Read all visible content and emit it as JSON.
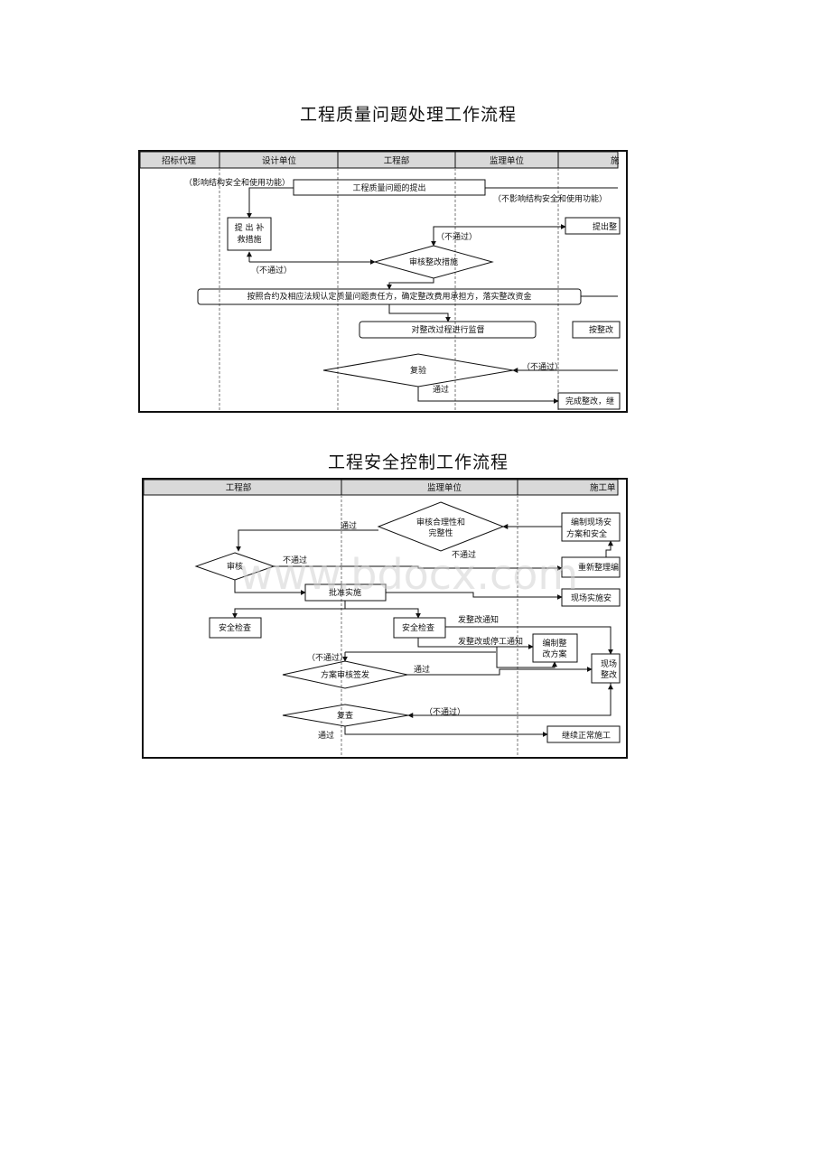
{
  "flow1": {
    "title": "工程质量问题处理工作流程",
    "lanes": [
      "招标代理",
      "设计单位",
      "工程部",
      "监理单位",
      "施"
    ],
    "nodes": {
      "raise": "工程质量问题的提出",
      "remedy_l1": "提 出 补",
      "remedy_l2": "救措施",
      "review": "审核整改措施",
      "propose": "提出整",
      "liability": "按照合约及相应法规认定质量问题责任方，确定整改费用承担方，落实整改资金",
      "supervise": "对整改过程进行监督",
      "execute": "按整改",
      "recheck": "复验",
      "complete": "完成整改，继"
    },
    "labels": {
      "affects": "（影响结构安全和使用功能）",
      "not_affects": "（不影响结构安全和使用功能）",
      "fail_a": "（不通过）",
      "fail_b": "（不通过）",
      "fail_c": "（不通过）",
      "pass": "通过"
    }
  },
  "flow2": {
    "title": "工程安全控制工作流程",
    "lanes": [
      "工程部",
      "监理单位",
      "施工单"
    ],
    "nodes": {
      "verify_l1": "审核合理性和",
      "verify_l2": "完整性",
      "audit": "审核",
      "approve": "批准实施",
      "compile_l1": "编制现场安",
      "compile_l2": "方案和安全",
      "reorganize": "重新整理编",
      "implement": "现场实施安",
      "safety_a": "安全检查",
      "safety_b": "安全检查",
      "draft_l1": "编制整",
      "draft_l2": "改方案",
      "site_l1": "现场",
      "site_l2": "整改",
      "sign": "方案审核签发",
      "recheck": "复查",
      "continue": "继续正常施工"
    },
    "labels": {
      "pass_a": "通过",
      "fail_a": "不通过",
      "fail_b": "不通过",
      "notice": "发整改通知",
      "notice_stop": "发整改或停工通知",
      "fail_c": "（不通过）",
      "pass_b": "通过",
      "fail_d": "（不通过）",
      "pass_c": "通过"
    }
  },
  "watermark": "www.bdocx.com",
  "colors": {
    "header_fill": "#d9d9d9",
    "line": "#111111",
    "lane_divider": "#777777",
    "watermark": "#d2d2d2"
  }
}
